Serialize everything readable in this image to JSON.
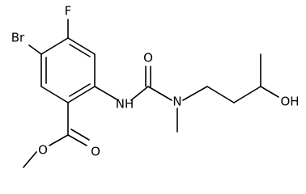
{
  "atom_labels": {
    "f": "F",
    "br": "Br",
    "o_carbonyl_urea": "O",
    "nh": "NH",
    "n": "N",
    "o_ester_carbonyl": "O",
    "o_ester": "O",
    "oh": "OH"
  }
}
